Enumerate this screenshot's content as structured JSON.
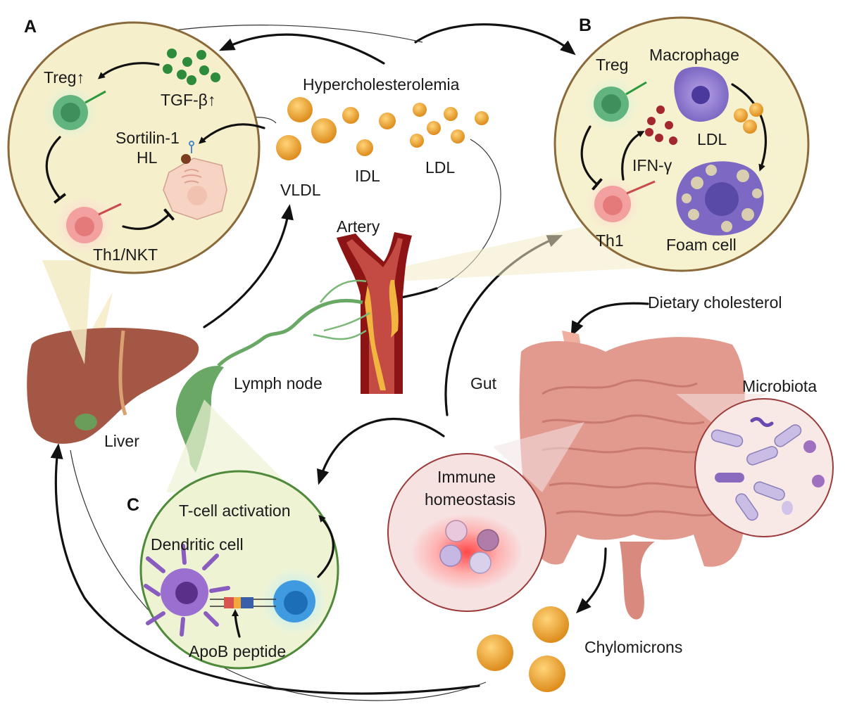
{
  "panels": {
    "a": "A",
    "b": "B",
    "c": "C"
  },
  "labels": {
    "treg_a": "Treg↑",
    "tgfb": "TGF-β↑",
    "sortilin": "Sortilin-1",
    "hl": "HL",
    "th1_nkt": "Th1/NKT",
    "hypercholesterolemia": "Hypercholesterolemia",
    "vldl": "VLDL",
    "idl": "IDL",
    "ldl_main": "LDL",
    "treg_b": "Treg",
    "macrophage": "Macrophage",
    "ldl_b": "LDL",
    "ifn": "IFN-γ",
    "th1_b": "Th1",
    "foam_cell": "Foam cell",
    "artery": "Artery",
    "dietary": "Dietary cholesterol",
    "liver": "Liver",
    "lymph_node": "Lymph node",
    "gut": "Gut",
    "microbiota": "Microbiota",
    "immune": "Immune",
    "homeostasis": "homeostasis",
    "tcell_activation": "T-cell activation",
    "dendritic": "Dendritic cell",
    "apob": "ApoB peptide",
    "chylomicrons": "Chylomicrons"
  },
  "colors": {
    "circle_a_fill": "#f6efcc",
    "circle_a_stroke": "#8a6a3a",
    "circle_b_fill": "#f6f2cf",
    "circle_b_stroke": "#8a6a3a",
    "circle_c_fill": "#eef3d4",
    "circle_c_stroke": "#4e8a3a",
    "liver": "#a55a48",
    "lipoprotein": "#e8a030",
    "lymph": "#6aa866",
    "artery": "#8c1414",
    "plaque": "#f2b640",
    "gut": "#e39a8e",
    "immune_fill": "#f7e2e2",
    "microbiota_fill": "#f8e8e6",
    "treg": "#6fbf8a",
    "th1": "#f19a9a"
  }
}
